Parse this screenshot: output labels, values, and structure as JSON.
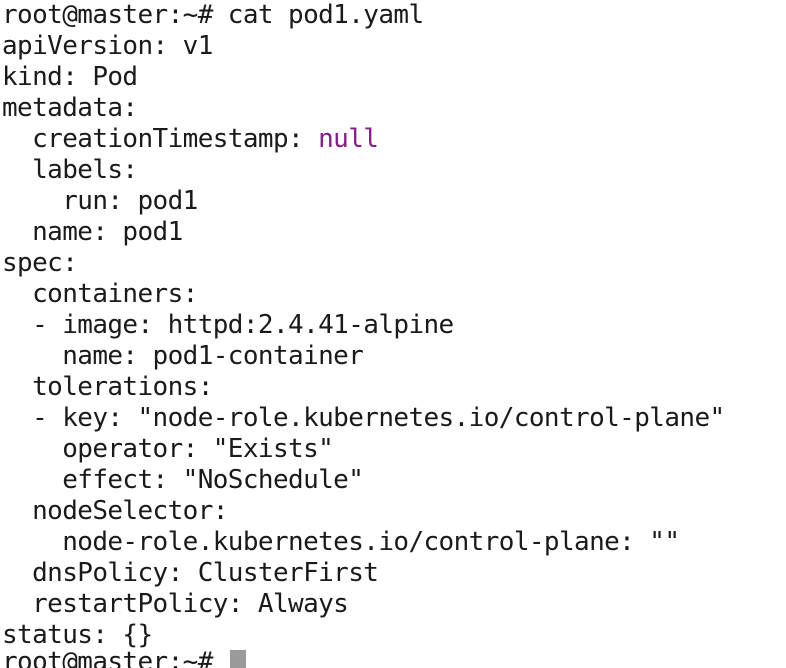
{
  "terminal": {
    "lines": [
      "root@master:~# cat pod1.yaml",
      "apiVersion: v1",
      "kind: Pod",
      "metadata:",
      "  creationTimestamp: ",
      "  labels:",
      "    run: pod1",
      "  name: pod1",
      "spec:",
      "  containers:",
      "  - image: httpd:2.4.41-alpine",
      "    name: pod1-container",
      "  tolerations:",
      "  - key: \"node-role.kubernetes.io/control-plane\"",
      "    operator: \"Exists\"",
      "    effect: \"NoSchedule\"",
      "  nodeSelector:",
      "    node-role.kubernetes.io/control-plane: \"\"",
      "  dnsPolicy: ClusterFirst",
      "  restartPolicy: Always",
      "status: {}",
      "root@master:~# "
    ],
    "highlight_value": "null",
    "highlight_color": "#8b1a8b",
    "background": "#ffffff",
    "foreground": "#1a1a1a"
  }
}
